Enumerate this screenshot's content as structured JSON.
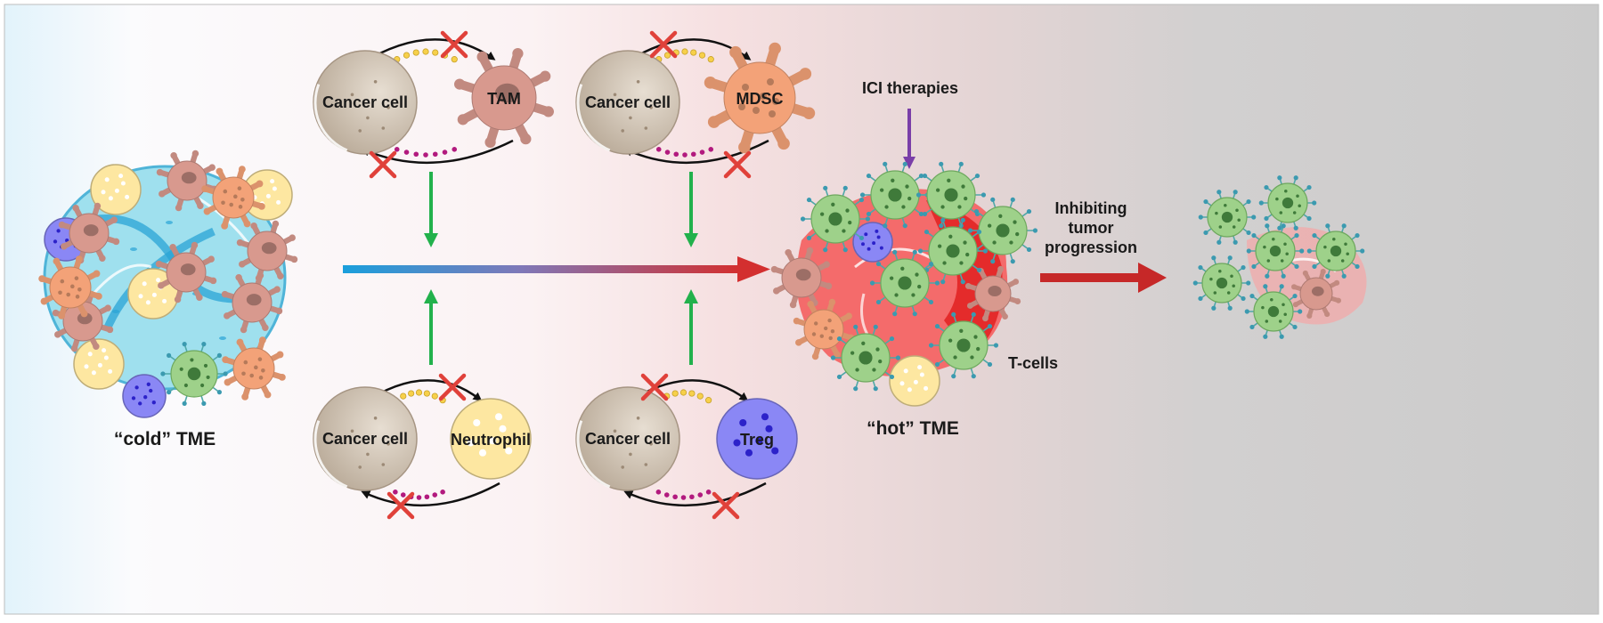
{
  "cold_tme_label": "“cold” TME",
  "hot_tme_label": "“hot” TME",
  "ici_label": "ICI therapies",
  "tcells_label": "T-cells",
  "inhibiting": [
    "Inhibiting",
    "tumor",
    "progression"
  ],
  "interactions": [
    {
      "cancer_label": "Cancer cell",
      "partner_label": "TAM"
    },
    {
      "cancer_label": "Cancer cell",
      "partner_label": "MDSC"
    },
    {
      "cancer_label": "Cancer cell",
      "partner_label": "Neutrophil"
    },
    {
      "cancer_label": "Cancer cell",
      "partner_label": "Treg"
    }
  ],
  "colors": {
    "cold_bg": "#e3f3fb",
    "warm_bg": "#fbe9ea",
    "gray_bg": "#cdcdcd",
    "blue_arrow": "#1a9fdc",
    "red_arrow": "#d32f2f",
    "green_arrow": "#22b14c",
    "purple_arrow": "#7a3ea8",
    "cancer_cell": "#d8ccbd",
    "tam": "#d8998e",
    "mdsc": "#f3a278",
    "neutrophil": "#fde7a1",
    "treg": "#8a87f5",
    "tcell": "#9ed18a",
    "tumor_cold": "#9ee0ec",
    "tumor_hot": "#f46b6b"
  }
}
